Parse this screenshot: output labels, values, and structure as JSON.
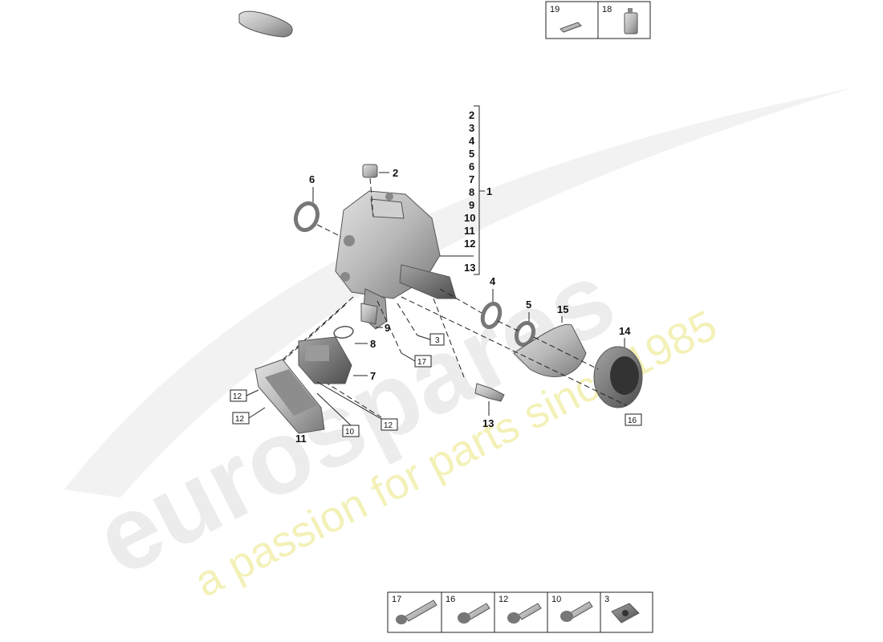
{
  "watermark": {
    "brand": "eurospares",
    "tagline": "a passion for parts since 1985"
  },
  "bracket_group": {
    "items": [
      "2",
      "3",
      "4",
      "5",
      "6",
      "7",
      "8",
      "9",
      "10",
      "11",
      "12"
    ],
    "bottom_item": "13",
    "parent": "1"
  },
  "callouts": {
    "c2": "2",
    "c4": "4",
    "c5": "5",
    "c6": "6",
    "c7": "7",
    "c8": "8",
    "c9": "9",
    "c11": "11",
    "c13": "13",
    "c14": "14",
    "c15": "15"
  },
  "boxed_refs": {
    "b3": "3",
    "b10": "10",
    "b12a": "12",
    "b12b": "12",
    "b12c": "12",
    "b16": "16",
    "b17": "17"
  },
  "top_panel": {
    "items": [
      "19",
      "18"
    ]
  },
  "bottom_panel": {
    "items": [
      "17",
      "16",
      "12",
      "10",
      "3"
    ]
  },
  "colors": {
    "part_grey": "#b9b9b9",
    "part_dark": "#6f6f6f",
    "watermark_text": "#ececec",
    "watermark_tagline": "#f3f1b8"
  }
}
